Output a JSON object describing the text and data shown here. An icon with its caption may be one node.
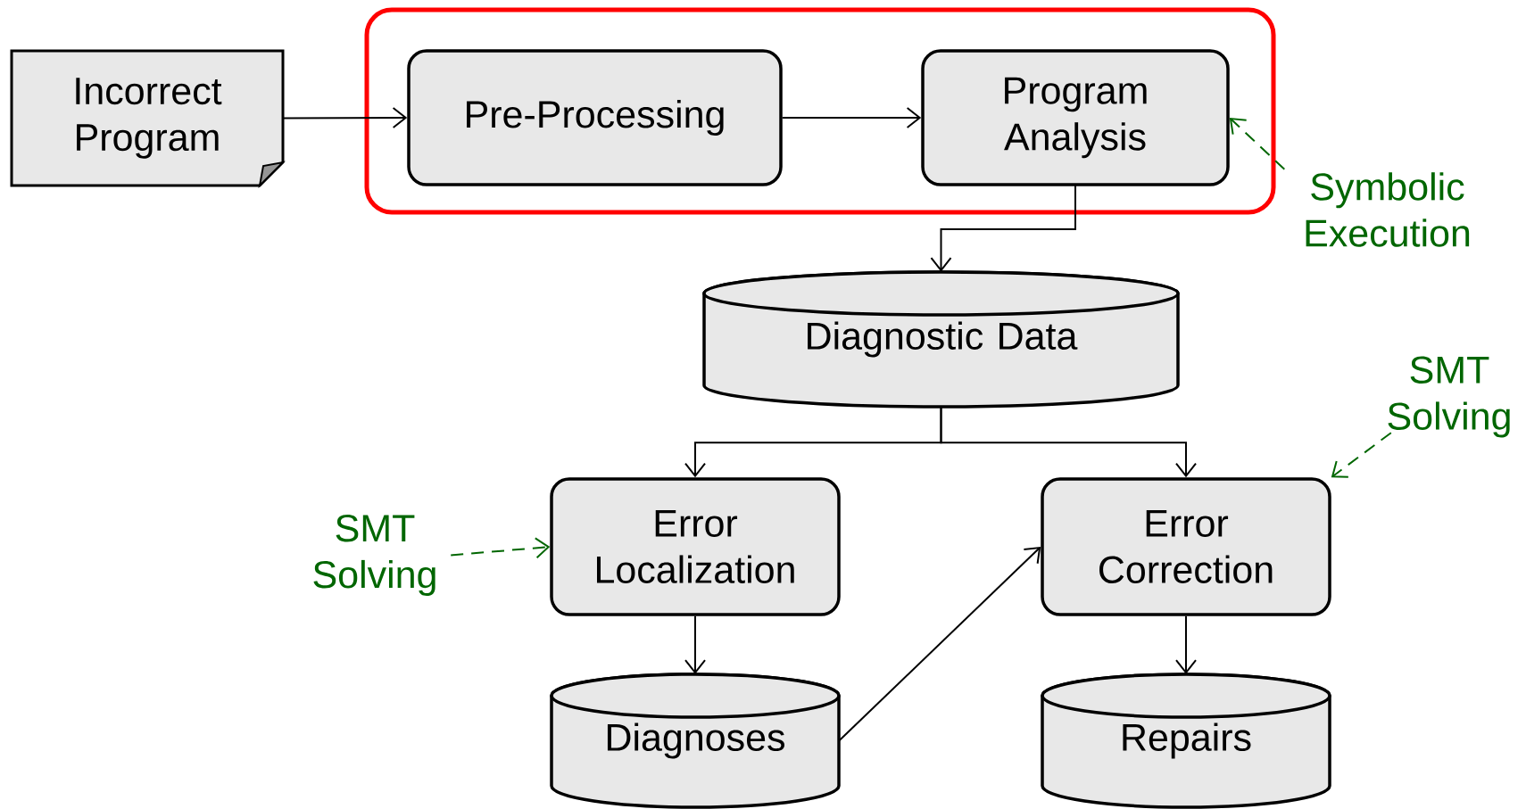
{
  "diagram": {
    "nodes": [
      {
        "text": [
          "Incorrect Program"
        ]
      },
      {
        "text": [],
        "shape": "box"
      },
      {
        "text": [
          "Pre-Processing"
        ],
        "in": 1
      },
      {
        "text": [
          "Program Analysis"
        ],
        "in": 1
      },
      {
        "text": [
          "Symbolic Execution"
        ]
      },
      {
        "text": [
          "Diagnostic Data"
        ]
      },
      {
        "text": [
          "SMT Solving"
        ]
      },
      {
        "text": [
          "SMT Solving"
        ]
      },
      {
        "text": [
          "Error Localization"
        ]
      },
      {
        "text": [
          "Error Correction"
        ]
      },
      {
        "text": [
          "Diagnoses"
        ]
      },
      {
        "text": [
          "Repairs"
        ]
      }
    ],
    "edges": [
      {
        "from": 0,
        "to": 2,
        "arrow": "to"
      },
      {
        "from": 2,
        "to": 3,
        "arrow": "to"
      },
      {
        "from": 3,
        "to": 5,
        "arrow": "to"
      },
      {
        "from": 4,
        "to": 3,
        "arrow": "to",
        "style": "dashed",
        "color": "#006600"
      },
      {
        "from": 5,
        "to": 8,
        "arrow": "to"
      },
      {
        "from": 5,
        "to": 9,
        "arrow": "to"
      },
      {
        "from": 7,
        "to": 8,
        "arrow": "to",
        "style": "dashed",
        "color": "#006600"
      },
      {
        "from": 6,
        "to": 9,
        "arrow": "to",
        "style": "dashed",
        "color": "#006600"
      },
      {
        "from": 8,
        "to": 10,
        "arrow": "to"
      },
      {
        "from": 10,
        "to": 9,
        "arrow": "to"
      },
      {
        "from": 9,
        "to": 11,
        "arrow": "to"
      }
    ]
  }
}
